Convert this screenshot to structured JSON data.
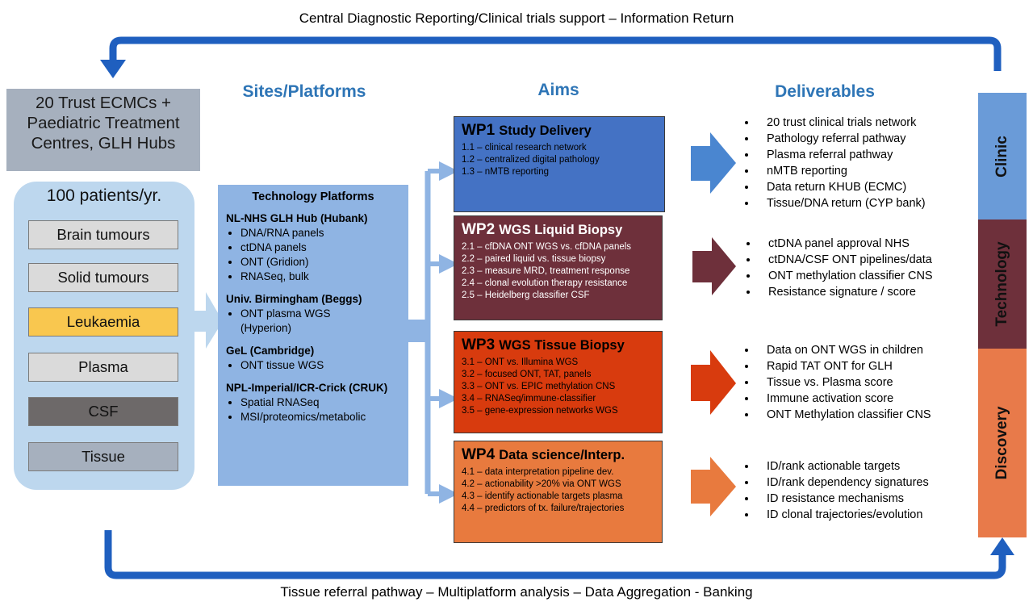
{
  "captions": {
    "top": "Central Diagnostic Reporting/Clinical trials support – Information Return",
    "bottom": "Tissue referral pathway – Multiplatform analysis – Data Aggregation - Banking"
  },
  "headers": {
    "sites": "Sites/Platforms",
    "aims": "Aims",
    "deliverables": "Deliverables"
  },
  "ecmc": [
    "20 Trust ECMCs +",
    "Paediatric Treatment",
    "Centres, GLH Hubs"
  ],
  "patients": {
    "title": "100 patients/yr.",
    "types": [
      "Brain tumours",
      "Solid tumours",
      "Leukaemia",
      "Plasma",
      "CSF",
      "Tissue"
    ]
  },
  "technology": {
    "title": "Technology Platforms",
    "sections": [
      {
        "name": "NL-NHS GLH Hub (Hubank)",
        "items": [
          "DNA/RNA panels",
          "ctDNA panels",
          "ONT (Gridion)",
          "RNASeq, bulk"
        ]
      },
      {
        "name": "Univ. Birmingham (Beggs)",
        "items": [
          "ONT plasma WGS (Hyperion)"
        ]
      },
      {
        "name": "GeL (Cambridge)",
        "items": [
          "ONT tissue WGS"
        ]
      },
      {
        "name": "NPL-Imperial/ICR-Crick (CRUK)",
        "items": [
          "Spatial RNASeq",
          "MSI/proteomics/metabolic"
        ]
      }
    ]
  },
  "work_packages": [
    {
      "code": "WP1",
      "name": "Study Delivery",
      "items": [
        "1.1 – clinical research network",
        "1.2 – centralized digital pathology",
        "1.3 – nMTB reporting"
      ]
    },
    {
      "code": "WP2",
      "name": "WGS Liquid Biopsy",
      "items": [
        "2.1 – cfDNA ONT WGS vs. cfDNA panels",
        "2.2 – paired liquid vs. tissue biopsy",
        "2.3 – measure MRD, treatment response",
        "2.4 – clonal evolution therapy resistance",
        "2.5 – Heidelberg classifier CSF"
      ]
    },
    {
      "code": "WP3",
      "name": "WGS Tissue Biopsy",
      "items": [
        "3.1 – ONT vs. Illumina WGS",
        "3.2 –  focused ONT, TAT, panels",
        "3.3 – ONT vs. EPIC methylation CNS",
        "3.4 – RNASeq/immune-classifier",
        "3.5 – gene-expression networks WGS"
      ]
    },
    {
      "code": "WP4",
      "name": "Data science/Interp.",
      "items": [
        "4.1 – data interpretation pipeline dev.",
        "4.2 – actionability >20% via ONT WGS",
        "4.3 – identify actionable targets plasma",
        "4.4 – predictors of tx. failure/trajectories"
      ]
    }
  ],
  "deliverables": [
    [
      "20 trust clinical trials network",
      "Pathology referral pathway",
      "Plasma referral pathway",
      "nMTB reporting",
      "Data return KHUB (ECMC)",
      "Tissue/DNA return (CYP bank)"
    ],
    [
      "ctDNA panel approval NHS",
      "ctDNA/CSF ONT pipelines/data",
      "ONT methylation classifier CNS",
      "Resistance signature / score"
    ],
    [
      "Data on ONT WGS in children",
      "Rapid TAT ONT for GLH",
      "Tissue vs. Plasma score",
      "Immune activation score",
      "ONT Methylation classifier CNS"
    ],
    [
      "ID/rank actionable targets",
      "ID/rank dependency signatures",
      "ID resistance mechanisms",
      "ID clonal trajectories/evolution"
    ]
  ],
  "side_labels": [
    "Clinic",
    "Technology",
    "Discovery"
  ],
  "colors": {
    "loop_arrow": "#1F5FBF",
    "header_blue": "#2E75B6",
    "wp1": "#4472C4",
    "wp2": "#6E303B",
    "wp3": "#D83B0E",
    "wp4": "#E87A3E",
    "clinic": "#6A9BD8",
    "technology": "#6E303B",
    "discovery": "#E87A4A"
  }
}
